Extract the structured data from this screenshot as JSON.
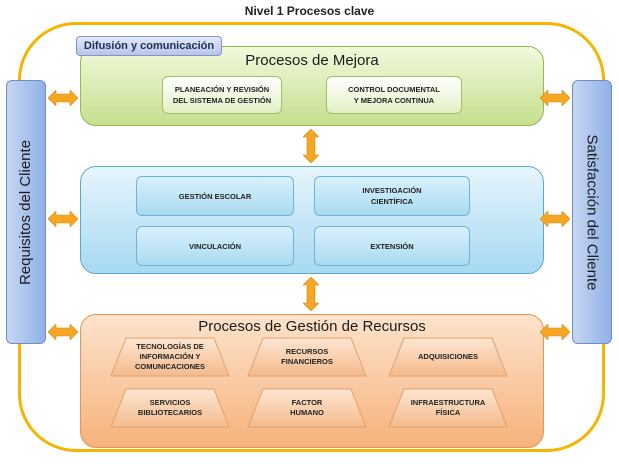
{
  "title": "Nivel 1 Procesos clave",
  "badge": "Difusión y comunicación",
  "side_left": "Requisitos del Cliente",
  "side_right": "Satisfacción del Cliente",
  "mejora": {
    "title": "Procesos de Mejora",
    "boxes": [
      "PLANEACIÓN Y REVISIÓN\nDEL SISTEMA DE GESTIÓN",
      "CONTROL DOCUMENTAL\nY MEJORA CONTINUA"
    ]
  },
  "centro": {
    "boxes": [
      "GESTIÓN ESCOLAR",
      "INVESTIGACIÓN\nCIENTÍFICA",
      "VINCULACIÓN",
      "EXTENSIÓN"
    ]
  },
  "recursos": {
    "title": "Procesos de Gestión de Recursos",
    "items": [
      "TECNOLOGÍAS DE\nINFORMACIÓN Y\nCOMUNICACIONES",
      "RECURSOS\nFINANCIEROS",
      "ADQUISICIONES",
      "SERVICIOS\nBIBLIOTECARIOS",
      "FACTOR\nHUMANO",
      "INFRAESTRUCTURA\nFÍSICA"
    ]
  },
  "colors": {
    "arrow": "#f5a623",
    "outer_border": "#f4b400"
  }
}
